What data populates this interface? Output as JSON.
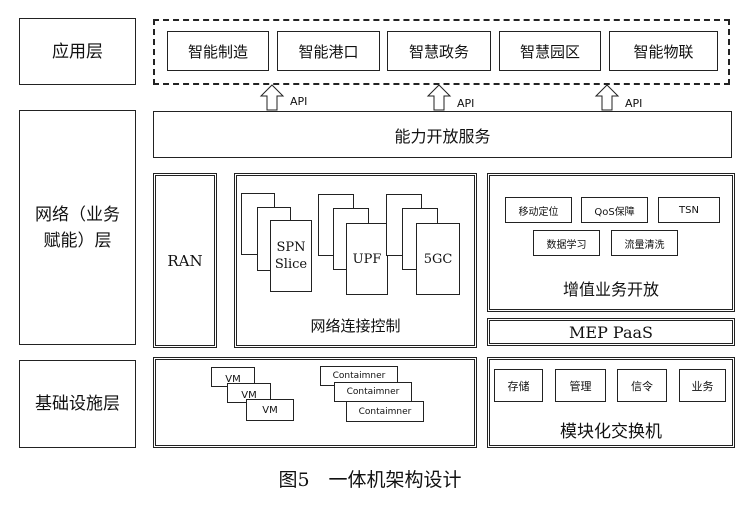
{
  "layers": {
    "application": "应用层",
    "network": "网络（业务赋能）层",
    "infrastructure": "基础设施层"
  },
  "apps": [
    "智能制造",
    "智能港口",
    "智慧政务",
    "智慧园区",
    "智能物联"
  ],
  "api_label": "API",
  "capability_service": "能力开放服务",
  "ran": "RAN",
  "network_control": {
    "title": "网络连接控制",
    "stacks": [
      "SPN Slice",
      "UPF",
      "5GC"
    ]
  },
  "value_added": {
    "title": "增值业务开放",
    "services": [
      "移动定位",
      "QoS保障",
      "TSN",
      "数据学习",
      "流量清洗"
    ]
  },
  "mep_paas": "MEP PaaS",
  "virtualization": {
    "vm": "VM",
    "container": "Contaimner"
  },
  "switch": {
    "title": "模块化交换机",
    "modules": [
      "存储",
      "管理",
      "信令",
      "业务"
    ]
  },
  "caption": "图5　一体机架构设计"
}
